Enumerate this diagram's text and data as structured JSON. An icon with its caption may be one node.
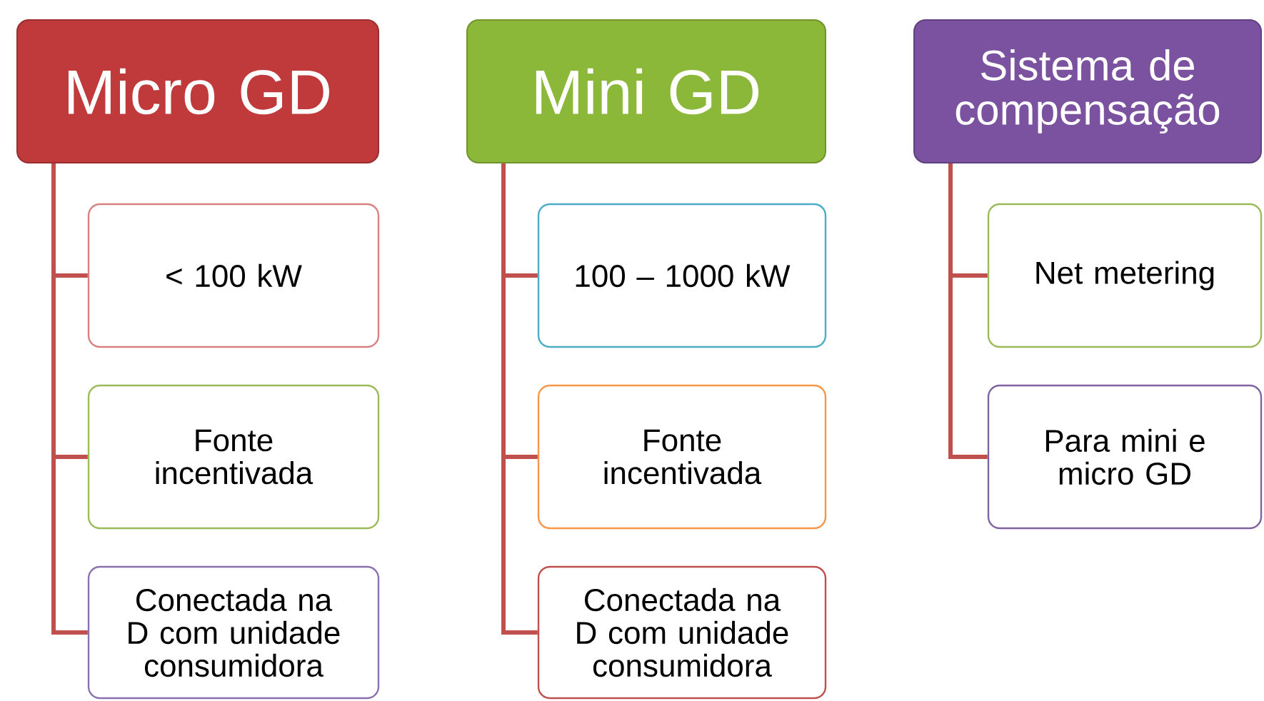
{
  "diagram": {
    "nodes": [
      {
        "text": [
          "Micro GD"
        ]
      },
      {
        "text": [
          "< 100 kW"
        ]
      },
      {
        "text": [
          "Fonte incentivada"
        ]
      },
      {
        "text": [
          "Conectada na D com unidade consumidora"
        ]
      },
      {
        "text": [
          "Mini GD"
        ]
      },
      {
        "text": [
          "100 – 1000 kW"
        ]
      },
      {
        "text": [
          "Fonte incentivada"
        ]
      },
      {
        "text": [
          "Conectada na D com unidade consumidora"
        ]
      },
      {
        "text": [
          "Sistema de compensação"
        ]
      },
      {
        "text": [
          "Net metering"
        ]
      },
      {
        "text": [
          "Para mini e micro GD"
        ]
      }
    ],
    "edges": [
      {
        "from": 0,
        "to": 1,
        "arrow": "none"
      },
      {
        "from": 0,
        "to": 2,
        "arrow": "none"
      },
      {
        "from": 0,
        "to": 3,
        "arrow": "none"
      },
      {
        "from": 4,
        "to": 5,
        "arrow": "none"
      },
      {
        "from": 4,
        "to": 6,
        "arrow": "none"
      },
      {
        "from": 4,
        "to": 7,
        "arrow": "none"
      },
      {
        "from": 8,
        "to": 9,
        "arrow": "none"
      },
      {
        "from": 8,
        "to": 10,
        "arrow": "none"
      }
    ]
  }
}
